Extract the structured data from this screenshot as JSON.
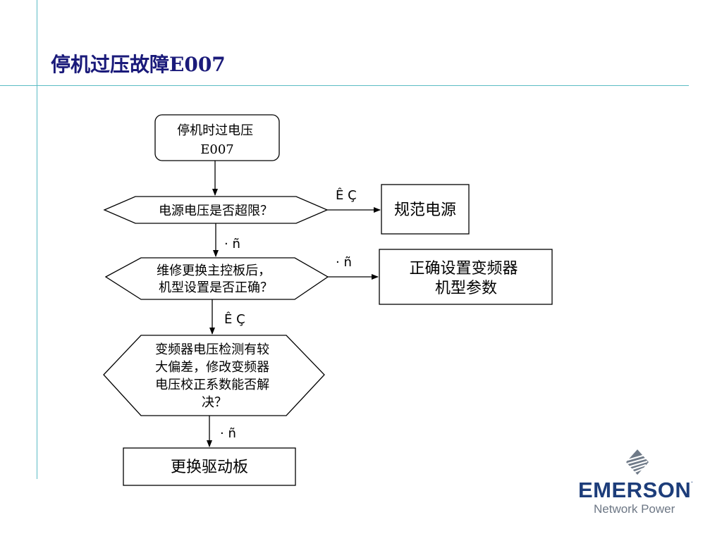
{
  "slide": {
    "title": "停机过压故障E007",
    "accent_color": "#5bbcc4",
    "title_color": "#1a1a7a"
  },
  "flowchart": {
    "nodes": {
      "start": [
        "停机时过电压",
        "E007"
      ],
      "q1": [
        "电源电压是否超限？"
      ],
      "r1": [
        "规范电源"
      ],
      "q2": [
        "维修更换主控板后，",
        "机型设置是否正确？"
      ],
      "r2": [
        "正确设置变频器",
        "机型参数"
      ],
      "q3": [
        "变频器电压检测有较",
        "大偏差，修改变频器",
        "电压校正系数能否解",
        "决？"
      ],
      "end": [
        "更换驱动板"
      ]
    },
    "edge_labels": {
      "q1_yes": "Ê Ç",
      "q1_no": "· ñ",
      "q2_no": "· ñ",
      "q2_yes": "Ê Ç",
      "q3_no": "· ñ"
    }
  },
  "logo": {
    "brand": "EMERSON",
    "tagline": "Network Power",
    "icon": "emerson-diamond-icon"
  }
}
